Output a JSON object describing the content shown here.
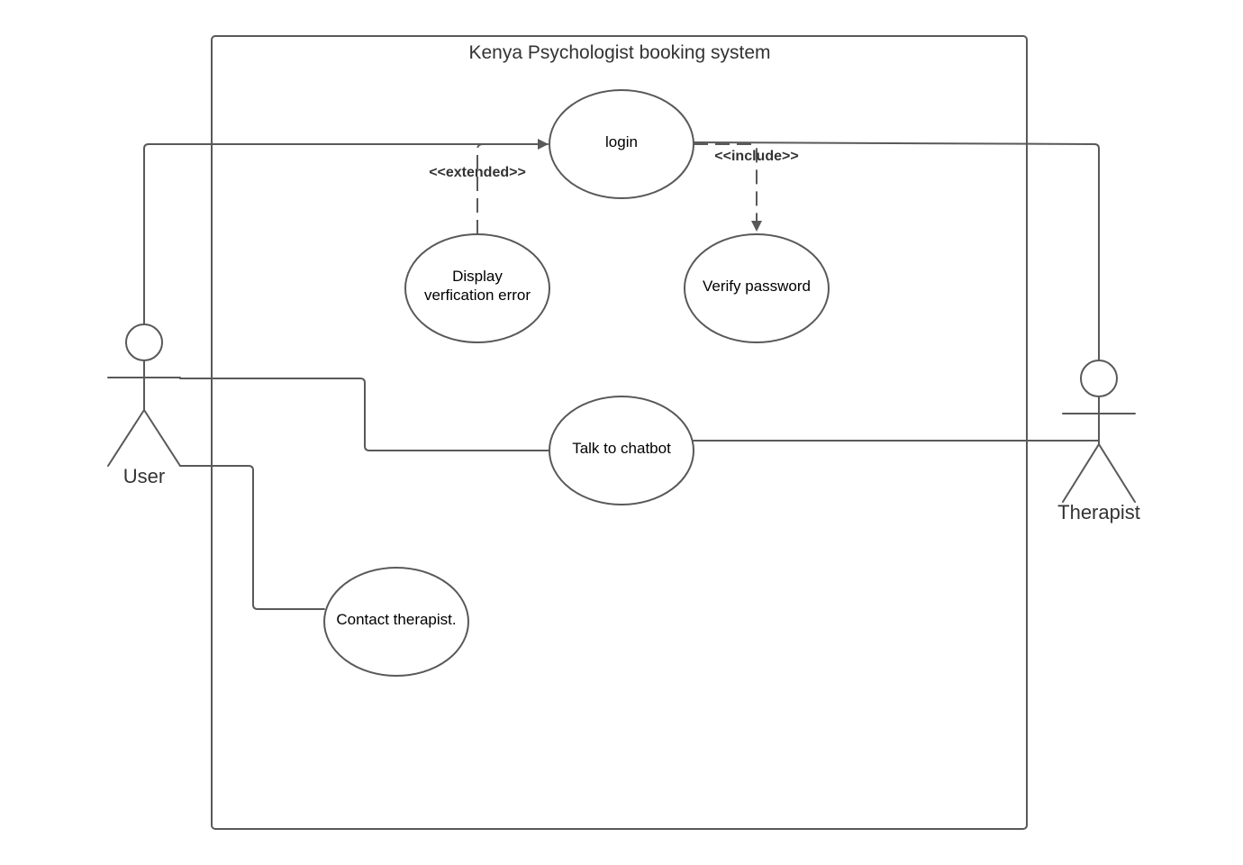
{
  "diagram": {
    "title": "Kenya Psychologist booking system",
    "actors": {
      "user": "User",
      "therapist": "Therapist"
    },
    "use_cases": {
      "login": "login",
      "display_error": [
        "Display",
        "verfication error"
      ],
      "verify_password": "Verify password",
      "talk_chatbot": "Talk to chatbot",
      "contact_therapist": "Contact therapist."
    },
    "relations": {
      "extended": "<<extended>>",
      "include": "<<include>>"
    }
  }
}
